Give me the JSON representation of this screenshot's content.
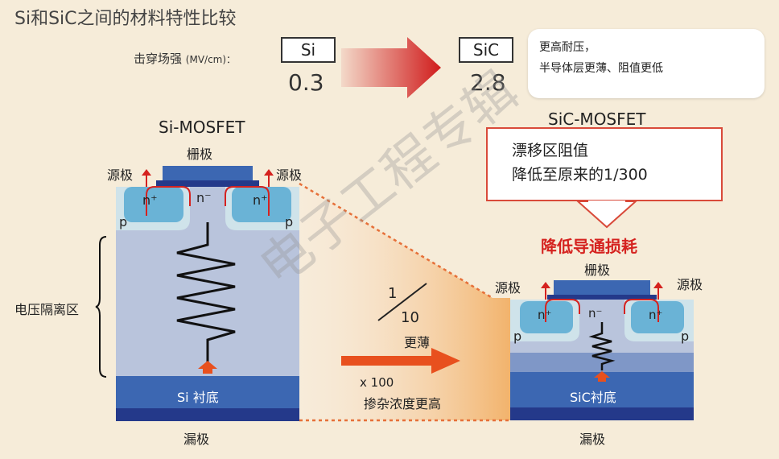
{
  "title": "Si和SiC之间的材料特性比较",
  "breakdown": {
    "label": "击穿场强",
    "unit": "(MV/cm)：",
    "si": {
      "name": "Si",
      "value": "0.3"
    },
    "sic": {
      "name": "SiC",
      "value": "2.8"
    }
  },
  "callout": {
    "line1": "更高耐压，",
    "line2": "半导体层更薄、阻值更低"
  },
  "si_mosfet": {
    "title": "Si-MOSFET",
    "gate": "栅极",
    "source_left": "源极",
    "source_right": "源极",
    "n_plus": "n⁺",
    "n_minus": "n⁻",
    "p": "p",
    "substrate": "Si 衬底",
    "drain": "漏极",
    "isolation": "电压隔离区"
  },
  "sic_mosfet": {
    "title": "SiC-MOSFET",
    "drift_line1": "漂移区阻值",
    "drift_line2": "降低至原来的1/300",
    "loss": "降低导通损耗",
    "gate": "栅极",
    "source_left": "源极",
    "source_right": "源极",
    "n_plus": "n⁺",
    "n_minus": "n⁻",
    "p": "p",
    "substrate": "SiC衬底",
    "drain": "漏极"
  },
  "comparison": {
    "fraction_num": "1",
    "fraction_den": "10",
    "thinner": "更薄",
    "times": "x 100",
    "doping": "掺杂浓度更高"
  },
  "watermark": "电子工程专辑",
  "colors": {
    "red": "#d5221f",
    "blue_dark": "#24398a",
    "blue_mid": "#3c67b2",
    "n_plus": "#6ab3d6",
    "drift": "#b9c4dc"
  }
}
